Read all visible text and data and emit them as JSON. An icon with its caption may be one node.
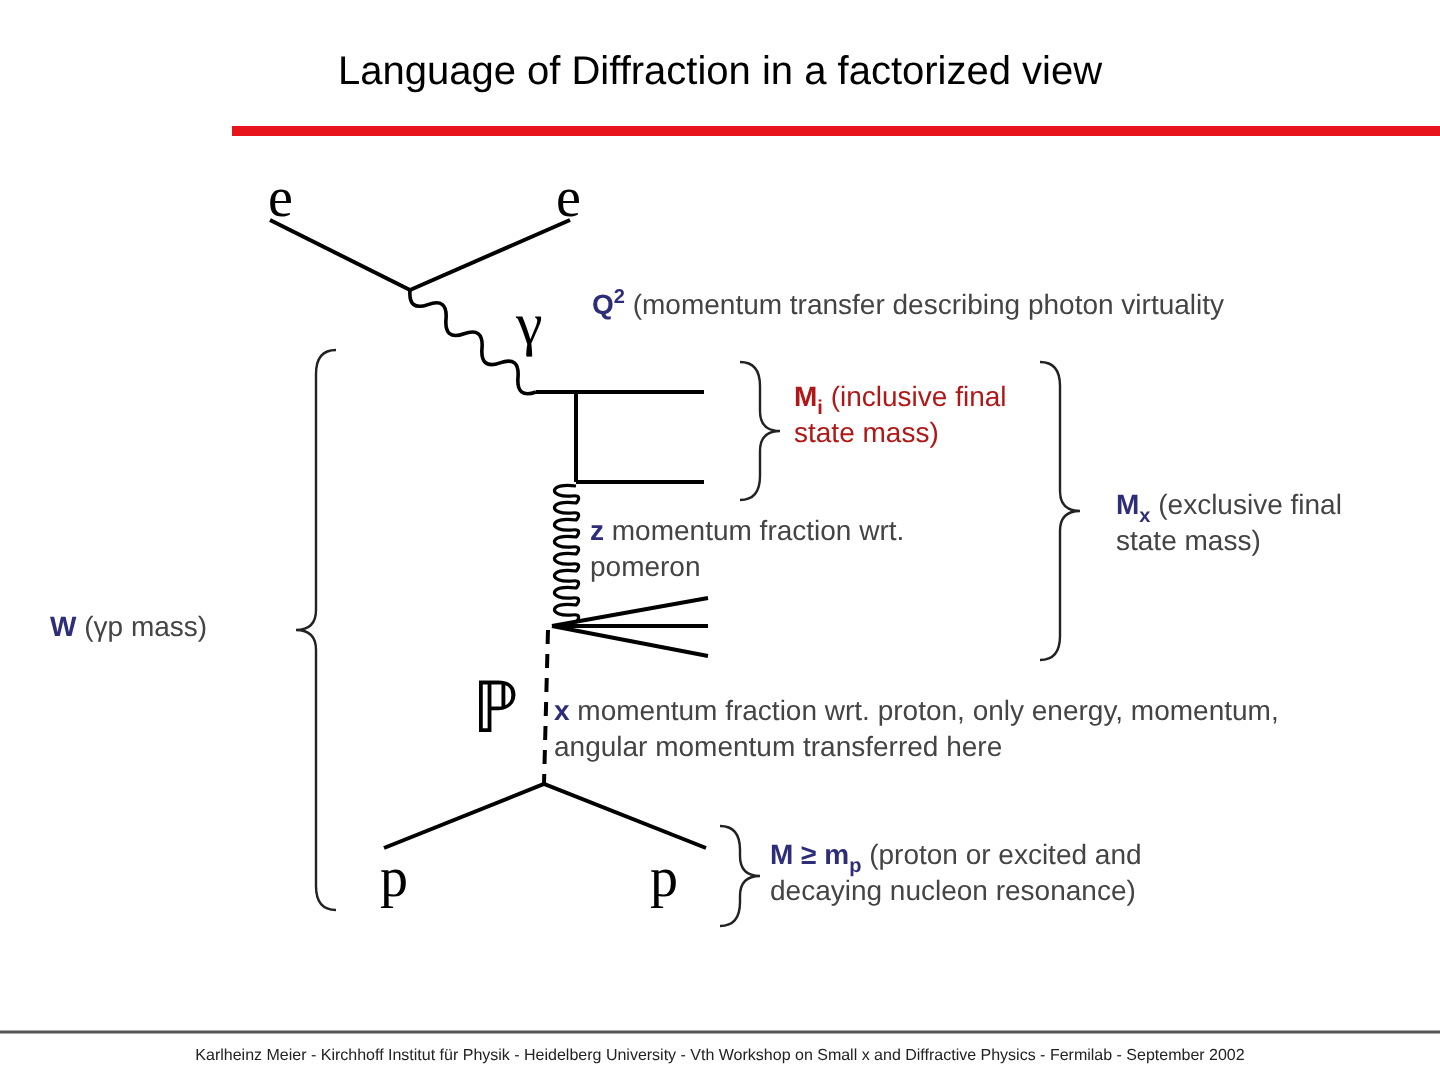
{
  "diagram": {
    "title": "Language of Diffraction in a factorized view",
    "labels": [
      "e",
      "e",
      "γ",
      "**Q**$^{2}$ (momentum transfer describing photon virtuality",
      "**M**$_{i}$ (inclusive final state mass)",
      "**z** momentum fraction wrt. pomeron",
      "**M**$_{x}$ (exclusive final state mass)",
      "**W** (γp mass)",
      "ℙ",
      "**x** momentum fraction wrt. proton, only energy, momentum, angular momentum transferred here",
      "p",
      "p",
      "**M ≥ m**$_{p}$ (proton or excited and decaying nucleon resonance)",
      "Karlheinz Meier - Kirchhoff Institut für Physik - Heidelberg University - Vth Workshop on Small x and Diffractive Physics - Fermilab - September 2002"
    ]
  }
}
